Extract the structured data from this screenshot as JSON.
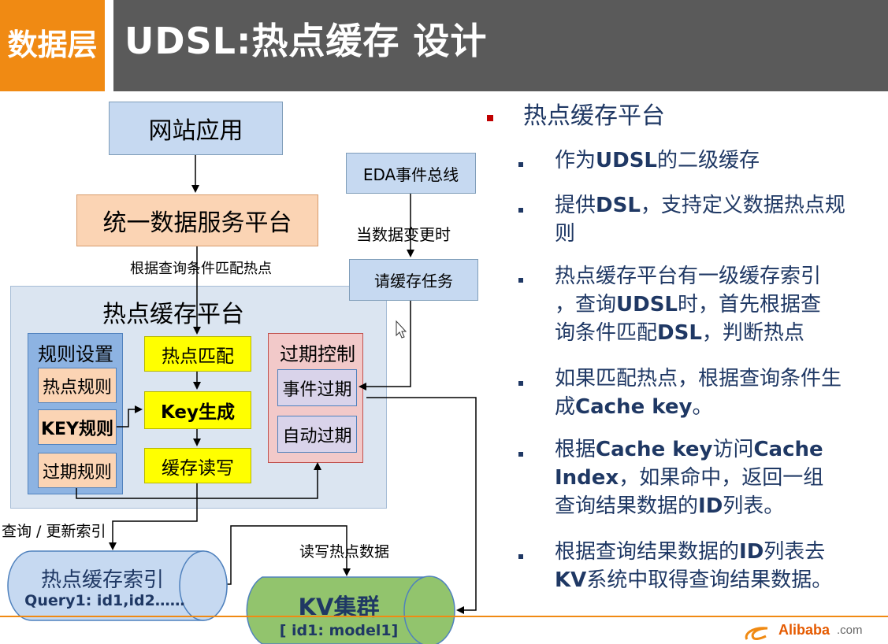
{
  "header": {
    "tag": "数据层",
    "title": "UDSL:热点缓存 设计"
  },
  "diagram": {
    "website_app": "网站应用",
    "unified_platform": "统一数据服务平台",
    "match_label": "根据查询条件匹配热点",
    "eda_bus": "EDA事件总线",
    "on_change": "当数据变更时",
    "cache_task": "请缓存任务",
    "hot_platform": "热点缓存平台",
    "rules_title": "规则设置",
    "hot_rule": "热点规则",
    "key_rule": "KEY规则",
    "expire_rule": "过期规则",
    "hot_match": "热点匹配",
    "key_gen": "Key生成",
    "cache_rw": "缓存读写",
    "expire_ctrl": "过期控制",
    "event_expire": "事件过期",
    "auto_expire": "自动过期",
    "query_update_index": "查询 / 更新索引",
    "rw_hot_data": "读写热点数据",
    "hot_index": "热点缓存索引",
    "hot_index_sub": "Query1: id1,id2……",
    "kv_cluster": "KV集群",
    "kv_cluster_sub": "[ id1: model1]"
  },
  "content": {
    "main_bullet": "热点缓存平台",
    "sub_bullets": [
      [
        "作为",
        "UDSL",
        "的二级缓存"
      ],
      [
        "提供",
        "DSL",
        "，支持定义数据热点规",
        "则"
      ],
      [
        "热点缓存平台有一级缓存索引",
        "，查询",
        "UDSL",
        "时，首先根据查",
        "询条件匹配",
        "DSL",
        "，判断热点"
      ],
      [
        "如果匹配热点，根据查询条件生",
        "成",
        "Cache key",
        "。"
      ],
      [
        "根据",
        "Cache key",
        "访问",
        "Cache",
        "Index",
        "，如果命中，返回一组",
        "查询结果数据的",
        "ID",
        "列表。"
      ],
      [
        "根据查询结果数据的",
        "ID",
        "列表去",
        "KV",
        "系统中取得查询结果数据。"
      ]
    ]
  },
  "logo": {
    "text": "Alibaba",
    "suffix": ".com"
  },
  "colors": {
    "header_orange": "#f08a13",
    "header_gray": "#5a5a5a",
    "text_navy": "#1f3864",
    "bullet_red": "#c00000"
  }
}
